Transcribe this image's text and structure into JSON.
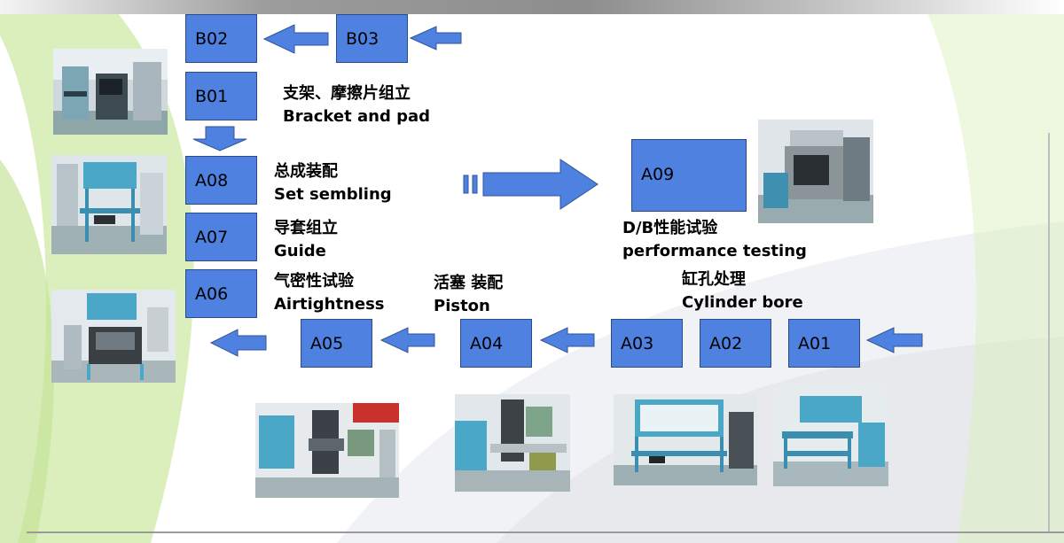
{
  "stations": [
    {
      "id": "b02",
      "label": "B02"
    },
    {
      "id": "b03",
      "label": "B03"
    },
    {
      "id": "b01",
      "label": "B01"
    },
    {
      "id": "a08",
      "label": "A08"
    },
    {
      "id": "a07",
      "label": "A07"
    },
    {
      "id": "a06",
      "label": "A06"
    },
    {
      "id": "a09",
      "label": "A09"
    },
    {
      "id": "a05",
      "label": "A05"
    },
    {
      "id": "a04",
      "label": "A04"
    },
    {
      "id": "a03",
      "label": "A03"
    },
    {
      "id": "a02",
      "label": "A02"
    },
    {
      "id": "a01",
      "label": "A01"
    }
  ],
  "labels": {
    "bracket": {
      "cn": "支架、摩擦片组立",
      "en": "Bracket and pad"
    },
    "assembly": {
      "cn": "总成装配",
      "en": "Set sembling"
    },
    "guide": {
      "cn": "导套组立",
      "en": "Guide"
    },
    "airtight": {
      "cn": "气密性试验",
      "en": "Airtightness"
    },
    "piston": {
      "cn": "活塞 装配",
      "en": "Piston"
    },
    "performance": {
      "cn": "D/B性能试验",
      "en": "performance testing"
    },
    "cylinder": {
      "cn": "缸孔处理",
      "en": "Cylinder bore"
    }
  },
  "colors": {
    "station_fill": "#4f81e0",
    "arrow_fill": "#4f81e0",
    "arrow_stroke": "#2f5597",
    "swoosh_green": "#d5ecb0",
    "swoosh_gray": "#e9ecef"
  },
  "photos": [
    {
      "id": "photo-b01",
      "scene": "machine"
    },
    {
      "id": "photo-a08",
      "scene": "workbench"
    },
    {
      "id": "photo-a06",
      "scene": "test-rig"
    },
    {
      "id": "photo-a09",
      "scene": "machine"
    },
    {
      "id": "photo-a05",
      "scene": "press"
    },
    {
      "id": "photo-a04",
      "scene": "press"
    },
    {
      "id": "photo-a03",
      "scene": "workbench"
    },
    {
      "id": "photo-a01",
      "scene": "workbench"
    }
  ]
}
